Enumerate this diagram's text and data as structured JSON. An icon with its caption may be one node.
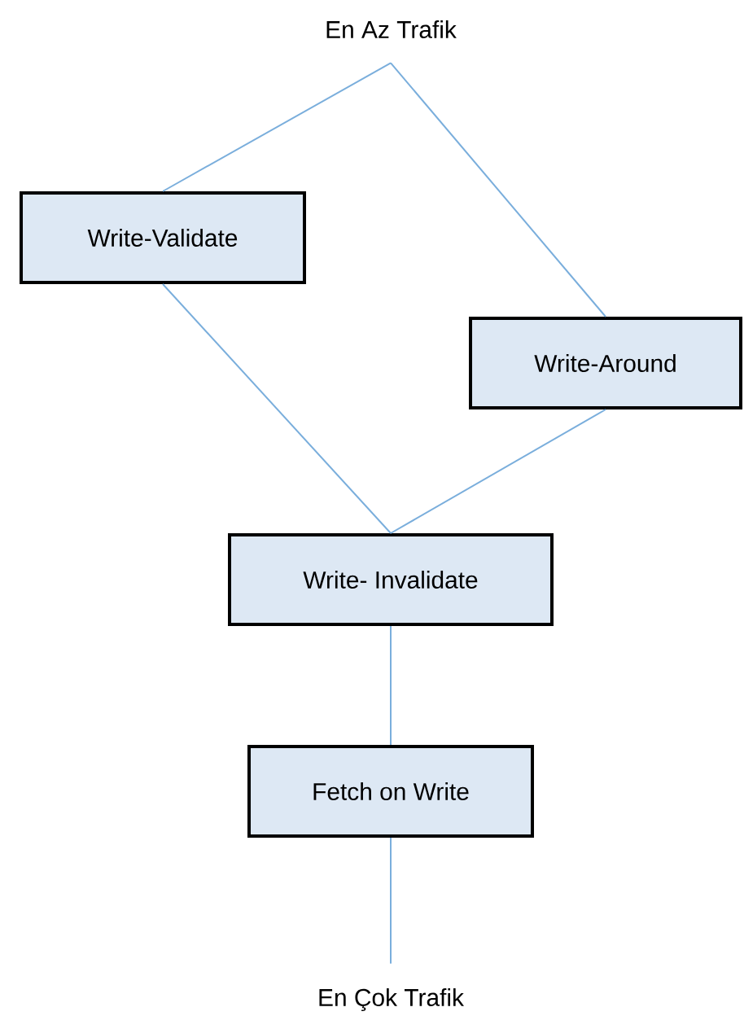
{
  "diagram": {
    "nodes": [
      {
        "text": [
          "En Az Trafik"
        ]
      },
      {
        "text": [
          "Write-Validate"
        ]
      },
      {
        "text": [
          "Write-Around"
        ]
      },
      {
        "text": [
          "Write- Invalidate"
        ]
      },
      {
        "text": [
          "Fetch on Write"
        ]
      },
      {
        "text": [
          "En Çok Trafik"
        ]
      }
    ],
    "edges": [
      {
        "from": 0,
        "to": 1,
        "arrow": "none"
      },
      {
        "from": 0,
        "to": 2,
        "arrow": "none"
      },
      {
        "from": 1,
        "to": 3,
        "arrow": "none"
      },
      {
        "from": 2,
        "to": 3,
        "arrow": "none"
      },
      {
        "from": 3,
        "to": 4,
        "arrow": "none"
      },
      {
        "from": 4,
        "to": 5,
        "arrow": "none"
      }
    ]
  }
}
